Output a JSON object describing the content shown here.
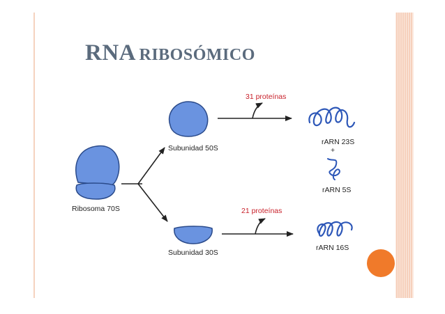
{
  "slide": {
    "title_first": "RNA",
    "title_rest": "RIBOSÓMICO"
  },
  "diagram": {
    "ribosome_label": "Ribosoma 70S",
    "subunit_large_label": "Subunidad 50S",
    "subunit_small_label": "Subunidad 30S",
    "proteins_top_label": "31 proteínas",
    "proteins_bottom_label": "21 proteínas",
    "rrna_23s_label": "rARN 23S",
    "plus_sign": "+",
    "rrna_5s_label": "rARN 5S",
    "rrna_16s_label": "rARN 16S"
  },
  "colors": {
    "background": "#ffffff",
    "title": "#5b6b7d",
    "subunit_fill": "#6a93e0",
    "subunit_stroke": "#2a4a8a",
    "protein_label": "#c8202a",
    "rna_strand": "#2d57b8",
    "arrow": "#222222",
    "accent_circle": "#f07a2a",
    "border_stripe": "#f1b89a"
  }
}
